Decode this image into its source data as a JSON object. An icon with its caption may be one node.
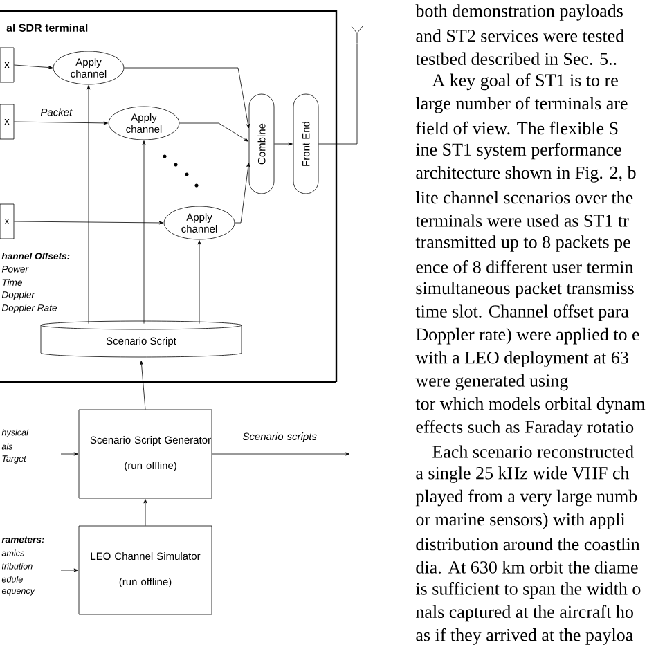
{
  "diagram": {
    "nodes": [
      {
        "text": [
          "al SDR terminal"
        ]
      },
      {
        "text": [
          "x"
        ],
        "in": 0
      },
      {
        "text": [
          "Apply channel"
        ],
        "in": 0
      },
      {
        "text": [
          "x"
        ],
        "in": 0
      },
      {
        "text": [
          "Apply channel"
        ],
        "in": 0
      },
      {
        "text": [
          "Combine"
        ],
        "in": 0
      },
      {
        "text": [
          "Front End"
        ],
        "in": 0
      },
      {
        "text": [],
        "shape": "antenna"
      },
      {
        "text": [
          "x"
        ],
        "in": 0
      },
      {
        "text": [
          "Apply channel"
        ],
        "in": 0
      },
      {
        "text": [
          "Scenario Script"
        ],
        "in": 0
      },
      {
        "text": [
          "Scenario Script Generator",
          "(run offline)"
        ]
      },
      {
        "text": [
          "LEO Channel Simulator",
          "(run offline)"
        ]
      }
    ],
    "edges": [
      {
        "from": 1,
        "to": 2,
        "arrow": "to"
      },
      {
        "from": 3,
        "to": 4,
        "arrow": "to",
        "label": "Packet"
      },
      {
        "from": 8,
        "to": 9,
        "arrow": "to"
      },
      {
        "from": 2,
        "to": 5,
        "arrow": "to"
      },
      {
        "from": 4,
        "to": 5,
        "arrow": "to"
      },
      {
        "from": 9,
        "to": 5,
        "arrow": "to"
      },
      {
        "from": 5,
        "to": 6,
        "arrow": "to"
      },
      {
        "from": 6,
        "to": 7,
        "arrow": "none"
      },
      {
        "from": 10,
        "to": 2,
        "arrow": "to"
      },
      {
        "from": 10,
        "to": 4,
        "arrow": "to"
      },
      {
        "from": 10,
        "to": 9,
        "arrow": "to"
      },
      {
        "from": 11,
        "to": 10,
        "arrow": "to"
      },
      {
        "from": 12,
        "to": 11,
        "arrow": "to"
      },
      {
        "from": null,
        "to": 11,
        "arrow": "to"
      },
      {
        "from": 11,
        "to": null,
        "arrow": "to",
        "label": "Scenario scripts"
      },
      {
        "from": null,
        "to": 12,
        "arrow": "to"
      }
    ],
    "labels": [
      "hannel Offsets:",
      "Power",
      "Time",
      "Doppler",
      "Doppler Rate",
      "hysical",
      "als",
      "Target",
      "rameters:",
      "amics",
      "tribution",
      "edule",
      "equency",
      "both demonstration payloads",
      "and ST2 services were tested",
      "testbed described in Sec. 5..",
      "A key goal of ST1 is to re",
      "large number of terminals are",
      "field of view. The flexible S",
      "ine ST1 system performance",
      "architecture shown in Fig. 2, b",
      "lite channel scenarios over the",
      "terminals were used as ST1 tr",
      "transmitted up to 8 packets pe",
      "ence of 8 different user termin",
      "simultaneous packet transmiss",
      "time slot. Channel offset para",
      "Doppler rate) were applied to e",
      "with a LEO deployment at 63",
      "were generated using",
      "tor which models orbital dynam",
      "effects such as Faraday rotatio",
      "Each scenario reconstructed",
      "a single 25 kHz wide VHF ch",
      "played from a very large numb",
      "or marine sensors) with appli",
      "distribution around the coastlin",
      "dia. At 630 km orbit the diame",
      "is sufficient to span the width o",
      "nals captured at the aircraft ho",
      "as if they arrived at the payloa"
    ]
  }
}
